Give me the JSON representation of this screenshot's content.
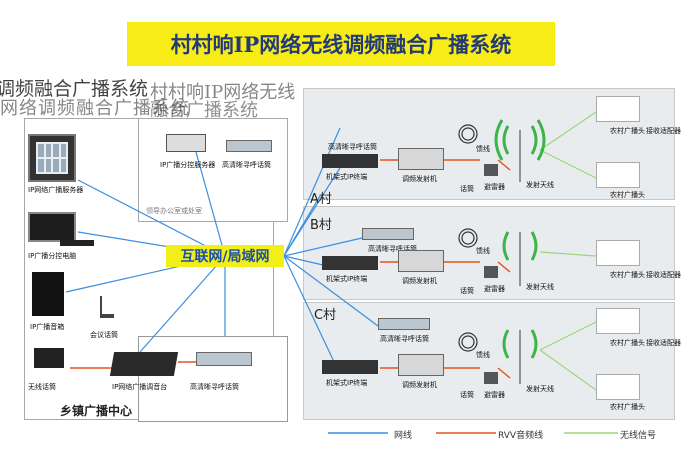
{
  "title": "村村响IP网络无线调频融合广播系统",
  "ghost_text": {
    "line1": "调频融合广播系统",
    "line2": "村村响IP网络无线",
    "line3": "网络调频融合广播系统",
    "line4": "融合广播系统",
    "obscured_note": "领导办公室或处室",
    "a_village_small": "A村",
    "b_village_small": "B村"
  },
  "center": {
    "network_label": "互联网/局域网"
  },
  "town_center": {
    "label": "乡镇广播中心",
    "devices": {
      "ip_server": "IP网络广播服务器",
      "ip_control_pc": "IP广播分控电脑",
      "ip_speaker": "IP广播音箱",
      "conference_mic": "会议话筒",
      "wireless_mic": "无线话筒",
      "ip_mixer": "IP网络广播调音台",
      "hd_pager": "高清晰寻呼话筒"
    }
  },
  "branch": {
    "server": "IP广播分控服务器",
    "pager": "高清晰寻呼话筒"
  },
  "villages": [
    {
      "name": "A村",
      "pager": "高清晰寻呼话筒",
      "terminal": "机架式IP终端",
      "transmitter": "调频发射机",
      "mic": "话筒",
      "arrester": "避雷器",
      "feeder": "馈线",
      "antenna": "发射天线",
      "horn": "农村广播头",
      "receiver": "接收适配器"
    },
    {
      "name": "B村",
      "pager": "高清晰寻呼话筒",
      "terminal": "机架式IP终端",
      "transmitter": "调频发射机",
      "mic": "话筒",
      "arrester": "避雷器",
      "feeder": "馈线",
      "antenna": "发射天线",
      "horn": "农村广播头",
      "receiver": "接收适配器"
    },
    {
      "name": "C村",
      "pager": "高清晰寻呼话筒",
      "terminal": "机架式IP终端",
      "transmitter": "调频发射机",
      "mic": "话筒",
      "arrester": "避雷器",
      "feeder": "馈线",
      "antenna": "发射天线",
      "horn": "农村广播头",
      "receiver": "接收适配器"
    }
  ],
  "legend": {
    "network": "网线",
    "rvv": "RVV音频线",
    "wireless": "无线信号"
  },
  "colors": {
    "title_bg": "#f7ec16",
    "title_text": "#233a78",
    "network_line": "#3a8fe0",
    "rvv_line": "#e4531f",
    "wireless_line": "#9bd67c",
    "network_label_text": "#1b4fa8"
  }
}
